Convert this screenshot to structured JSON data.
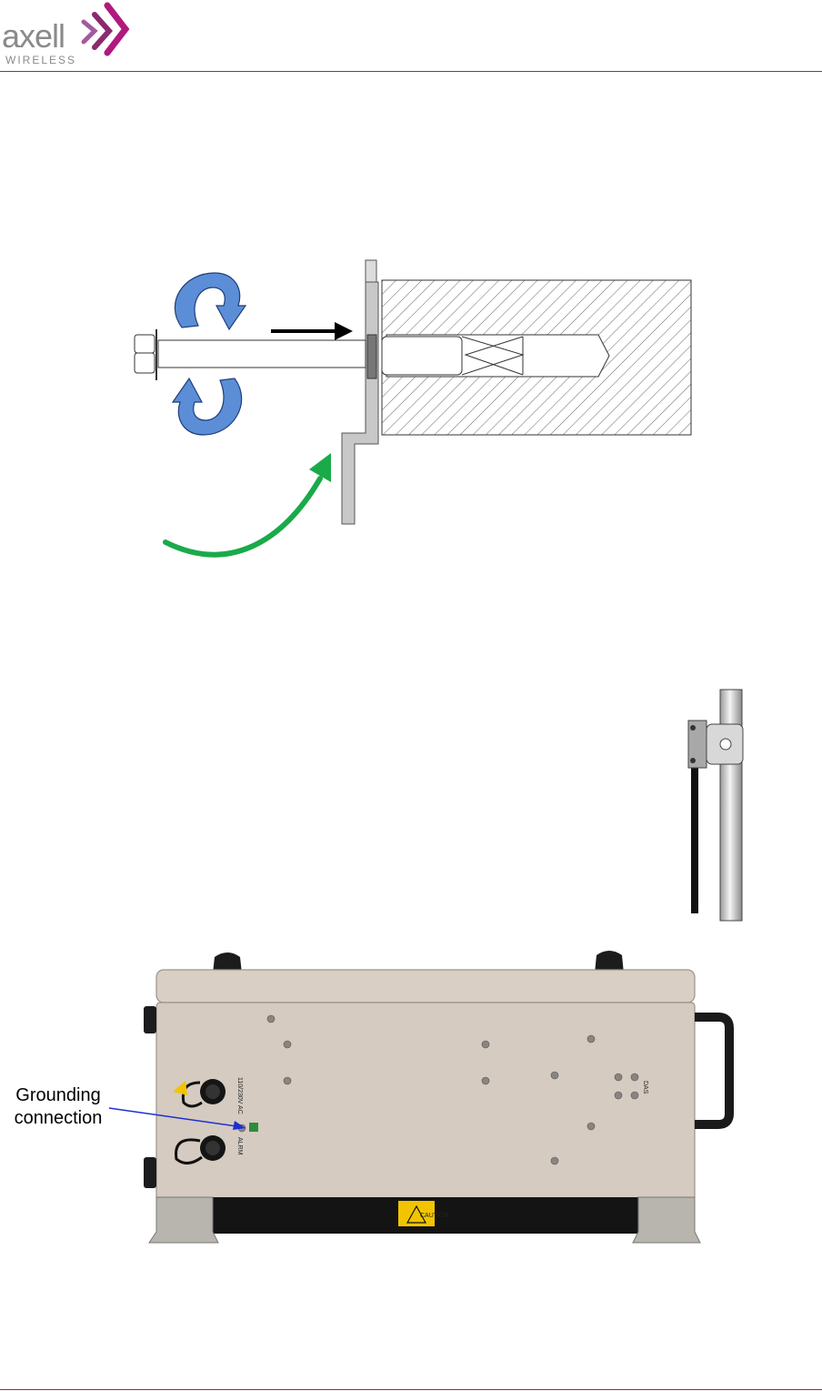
{
  "header": {
    "logo_word": "axell",
    "logo_sub": "WIRELESS",
    "brand_color": "#8a2a6e"
  },
  "figure_pole": {
    "icon": "pole-clamp-icon"
  },
  "figure_unit": {
    "callout_line1": "Grounding",
    "callout_line2": "connection",
    "port_label_power": "110/230V AC",
    "port_label_alarm": "ALRM",
    "port_label_dab": "DAS",
    "warning_label": "CAUTION"
  },
  "colors": {
    "rotate_arrow": "#5b8ed6",
    "push_arrow": "#000000",
    "curve_arrow": "#1aaa4a",
    "bracket": "#c8c8c8",
    "enclosure": "#d9cfc4",
    "callout_arrow": "#1b2fd4"
  }
}
